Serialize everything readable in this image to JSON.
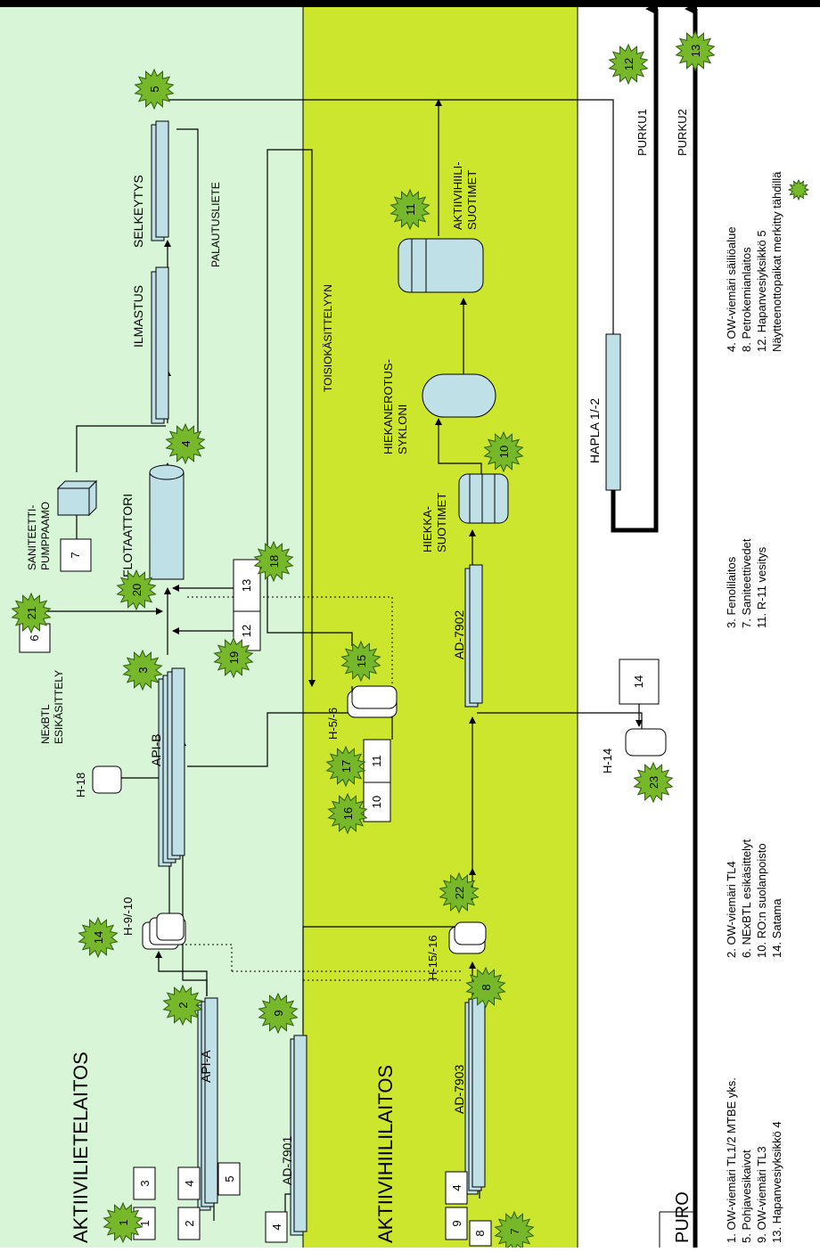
{
  "zones": {
    "left_title": "AKTIIVILIETELAITOS",
    "middle_title": "AKTIIVIHIILILAITOS",
    "right_title": "PURO"
  },
  "process_labels": {
    "nexbtl": "NExBTL\nESIKÄSITTELY",
    "saniteetti": "SANITEETTI-\nPUMPPAAMO",
    "flotaattori": "FLOTAATTORI",
    "ilmastus": "ILMASTUS",
    "selkeytys": "SELKEYTYS",
    "palautusliete": "PALAUTUSLIETE",
    "toisiokasittely": "TOISIOKÄSITTELYYN",
    "aktiivihiili": "AKTIIVIHIILI-\nSUOTIMET",
    "hiekanerotus": "HIEKANEROTUS-\nSYKLONI",
    "hiekka": "HIEKKA-\nSUOTIMET",
    "hapla": "HAPLA 1/-2",
    "purku1": "PURKU1",
    "purku2": "PURKU2",
    "api_a": "API-A",
    "api_b": "API-B",
    "ad7901": "AD-7901",
    "ad7902": "AD-7902",
    "ad7903": "AD-7903",
    "h910": "H-9/-10",
    "h18": "H-18",
    "h56": "H-5/-6",
    "h1516": "H-15/-16",
    "h14": "H-14"
  },
  "input_boxes": [
    "1",
    "2",
    "3",
    "4",
    "5",
    "4",
    "6",
    "7",
    "12",
    "13",
    "10",
    "11",
    "14",
    "9",
    "4",
    "8"
  ],
  "sample_points": [
    "1",
    "2",
    "3",
    "4",
    "5",
    "7",
    "8",
    "9",
    "10",
    "11",
    "12",
    "13",
    "14",
    "15",
    "16",
    "17",
    "18",
    "19",
    "20",
    "21",
    "22",
    "23"
  ],
  "legend": {
    "col1": [
      "1. OW-viemäri TL1/2 MTBE yks.",
      "5. Pohjavesikaivot",
      "9. OW-viemäri TL3",
      "13. Hapanvesiyksikkö 4"
    ],
    "col2": [
      "2. OW-viemäri TL4",
      "6. NExBTL esikäsittelyt",
      "10. RO:n suolanpoisto",
      "14. Satama"
    ],
    "col3": [
      "3. Fenolilaitos",
      "7. Saniteettivedet",
      "11. R-11 vesitys"
    ],
    "col4": [
      "4. OW-viemäri säiliöalue",
      "8. Petrokemianlaitos",
      "12. Hapanvesiyksikkö 5",
      "Näytteenottopaikat merkitty tähdillä"
    ]
  },
  "colors": {
    "left_zone": "#d8f5d8",
    "middle_zone": "#cce62e",
    "star": "#76b82a",
    "unit": "#bfe0e6"
  }
}
